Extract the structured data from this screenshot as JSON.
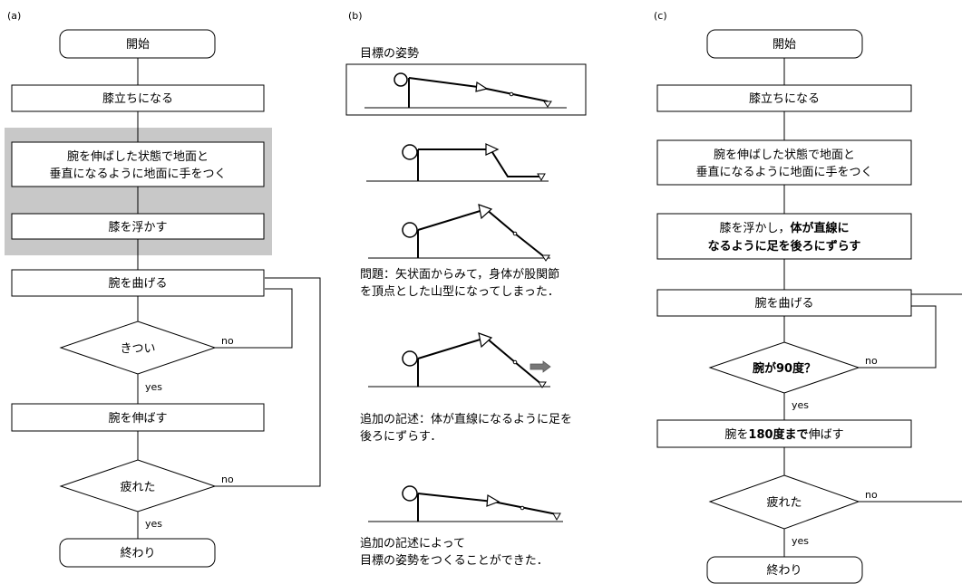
{
  "panel_labels": {
    "a": "(a)",
    "b": "(b)",
    "c": "(c)"
  },
  "panel_a": {
    "start": "開始",
    "kneel": "膝立ちになる",
    "hands_line1": "腕を伸ばした状態で地面と",
    "hands_line2": "垂直になるように地面に手をつく",
    "lift_knee": "膝を浮かす",
    "bend_arm": "腕を曲げる",
    "hard": "きつい",
    "no1": "no",
    "yes1": "yes",
    "extend_arm": "腕を伸ばす",
    "tired": "疲れた",
    "no2": "no",
    "yes2": "yes",
    "end": "終わり"
  },
  "panel_b": {
    "goal_label": "目標の姿勢",
    "problem_line1": "問題：矢状面からみて，身体が股関節",
    "problem_line2": "を頂点とした山型になってしまった．",
    "add_line1": "追加の記述：体が直線になるように足を",
    "add_line2": "後ろにずらす．",
    "result_line1": "追加の記述によって",
    "result_line2": "目標の姿勢をつくることができた．"
  },
  "panel_c": {
    "start": "開始",
    "kneel": "膝立ちになる",
    "hands_line1": "腕を伸ばした状態で地面と",
    "hands_line2": "垂直になるように地面に手をつく",
    "lift_line1_a": "膝を浮かし，",
    "lift_line1_b": "体が直線に",
    "lift_line2": "なるように足を後ろにずらす",
    "bend_arm": "腕を曲げる",
    "angle_check": "腕が90度？",
    "no1": "no",
    "yes1": "yes",
    "extend_a": "腕を",
    "extend_b": "180度まで",
    "extend_c": "伸ばす",
    "tired": "疲れた",
    "no2": "no",
    "yes2": "yes",
    "end": "終わり"
  }
}
